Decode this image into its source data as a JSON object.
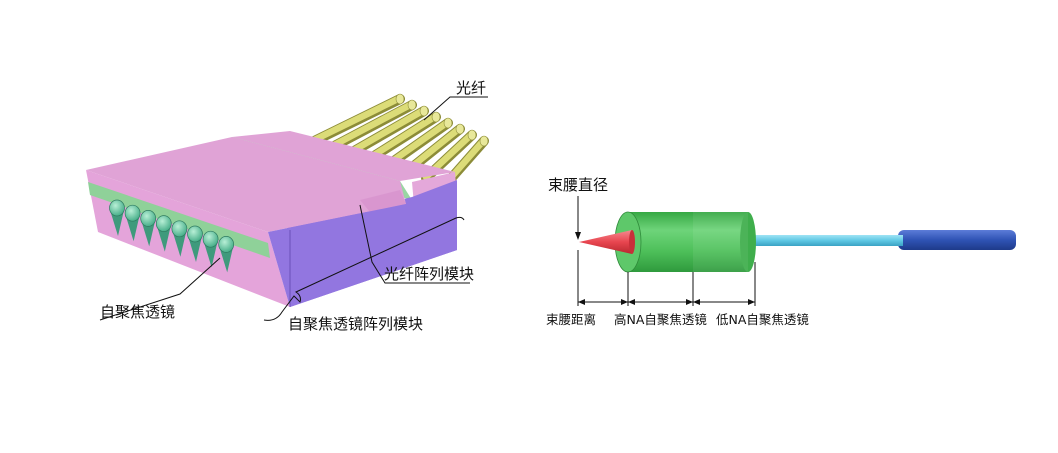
{
  "left_figure": {
    "labels": {
      "fiber": "光纤",
      "fiber_array_module": "光纤阵列模块",
      "grin_lens": "自聚焦透镜",
      "grin_lens_array_module": "自聚焦透镜阵列模块"
    }
  },
  "right_figure": {
    "labels": {
      "waist_diameter": "束腰直径",
      "waist_distance": "束腰距离",
      "high_na_lens": "高NA自聚焦透镜",
      "low_na_lens": "低NA自聚焦透镜"
    }
  },
  "colors": {
    "module_top": "#e0a3d6",
    "module_side": "#9276e0",
    "module_front": "#e4a4da",
    "green_layer": "#8fd199",
    "fiber": "#d8d86e",
    "lens_teal": "#5fc8a4",
    "cylinder_green": "#4ec05a",
    "cone_red": "#e8454f",
    "fiber_cyan": "#5fc8e4",
    "fiber_jacket": "#2f53b4"
  }
}
